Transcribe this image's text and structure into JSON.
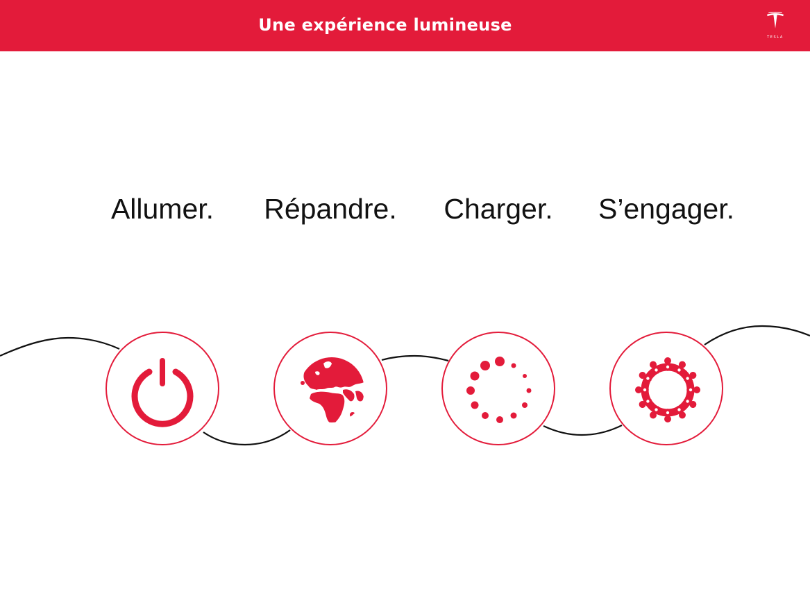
{
  "header": {
    "title": "Une expérience lumineuse",
    "logo": {
      "icon": "tesla-logo-icon",
      "text": "TESLA"
    }
  },
  "steps": [
    {
      "label": "Allumer.",
      "icon": "power-icon"
    },
    {
      "label": "Répandre.",
      "icon": "globe-icon"
    },
    {
      "label": "Charger.",
      "icon": "loading-dots-icon"
    },
    {
      "label": "S’engager.",
      "icon": "community-ring-icon"
    }
  ],
  "colors": {
    "brand_red": "#e31b3a",
    "text": "#111111",
    "line": "#111111",
    "background": "#ffffff"
  }
}
